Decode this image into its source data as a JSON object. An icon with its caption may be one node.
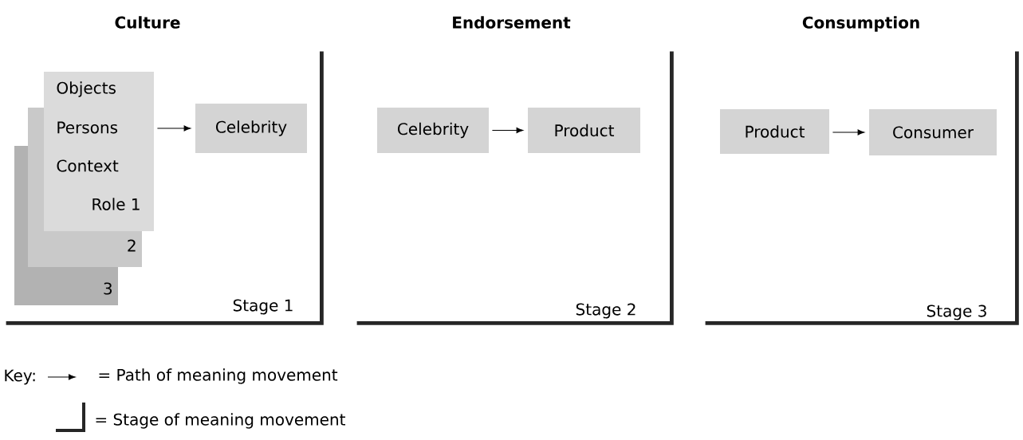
{
  "diagram": {
    "nodes": [
      {
        "text": [
          "Culture",
          "Stage 1"
        ]
      },
      {
        "text": [
          "Objects",
          "Persons",
          "Context",
          "Role 1"
        ],
        "in": 0
      },
      {
        "text": [
          "2"
        ],
        "in": 0
      },
      {
        "text": [
          "3"
        ],
        "in": 0
      },
      {
        "text": [
          "Celebrity"
        ],
        "in": 0
      },
      {
        "text": [
          "Endorsement",
          "Stage 2"
        ]
      },
      {
        "text": [
          "Celebrity"
        ],
        "in": 5
      },
      {
        "text": [
          "Product"
        ],
        "in": 5
      },
      {
        "text": [
          "Consumption",
          "Stage 3"
        ]
      },
      {
        "text": [
          "Product"
        ],
        "in": 8
      },
      {
        "text": [
          "Consumer"
        ],
        "in": 8
      }
    ],
    "edges": [
      {
        "from": 1,
        "to": 4,
        "arrow": "to"
      },
      {
        "from": 6,
        "to": 7,
        "arrow": "to"
      },
      {
        "from": 9,
        "to": 10,
        "arrow": "to"
      }
    ],
    "labels": [
      "Key:"
    ],
    "legend": [
      {
        "text": "= Path of meaning movement"
      },
      {
        "text": "= Stage of meaning movement"
      }
    ]
  }
}
